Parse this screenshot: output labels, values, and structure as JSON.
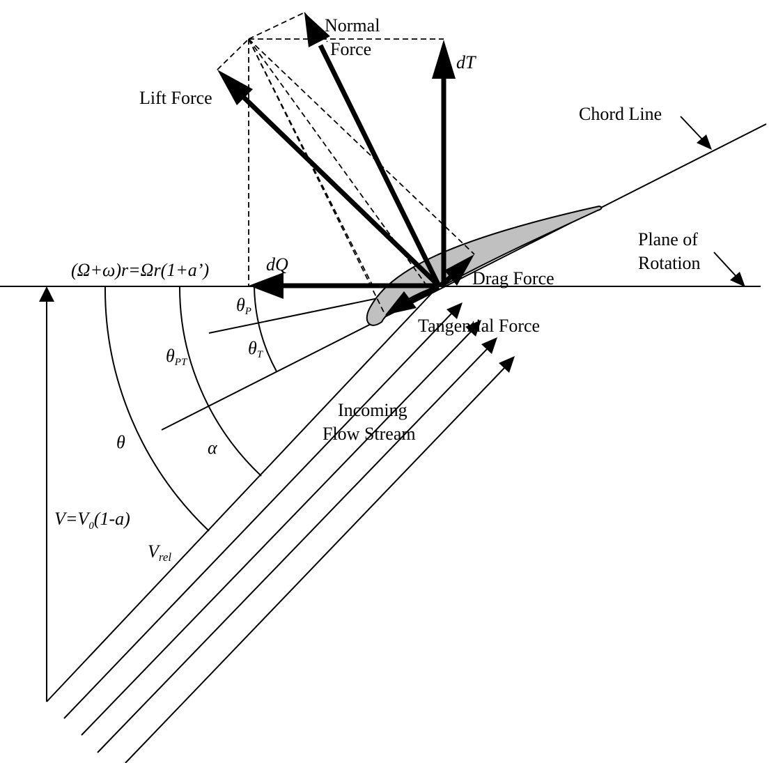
{
  "diagram": {
    "title": "Blade element force and velocity diagram",
    "labels": {
      "normal_force_1": "Normal",
      "normal_force_2": "Force",
      "thrust": "dT",
      "lift_force": "Lift Force",
      "chord_line": "Chord Line",
      "plane_of_rotation_1": "Plane of",
      "plane_of_rotation_2": "Rotation",
      "torque": "dQ",
      "drag_force": "Drag Force",
      "tangential_force": "Tangential Force",
      "rotational_velocity": "(Ω+ω)r=Ωr(1+a’)",
      "theta_p": "θ",
      "theta_p_sub": "P",
      "theta_t": "θ",
      "theta_t_sub": "T",
      "theta_pt": "θ",
      "theta_pt_sub": "PT",
      "theta": "θ",
      "alpha": "α",
      "incoming_1": "Incoming",
      "incoming_2": "Flow Stream",
      "axial_velocity_prefix": "V=V",
      "axial_velocity_sub": "0",
      "axial_velocity_suffix": "(1-a)",
      "relative_velocity": "V",
      "relative_velocity_sub": "rel"
    },
    "colors": {
      "airfoil_fill": "#c0c0c0",
      "line": "#000000"
    }
  }
}
